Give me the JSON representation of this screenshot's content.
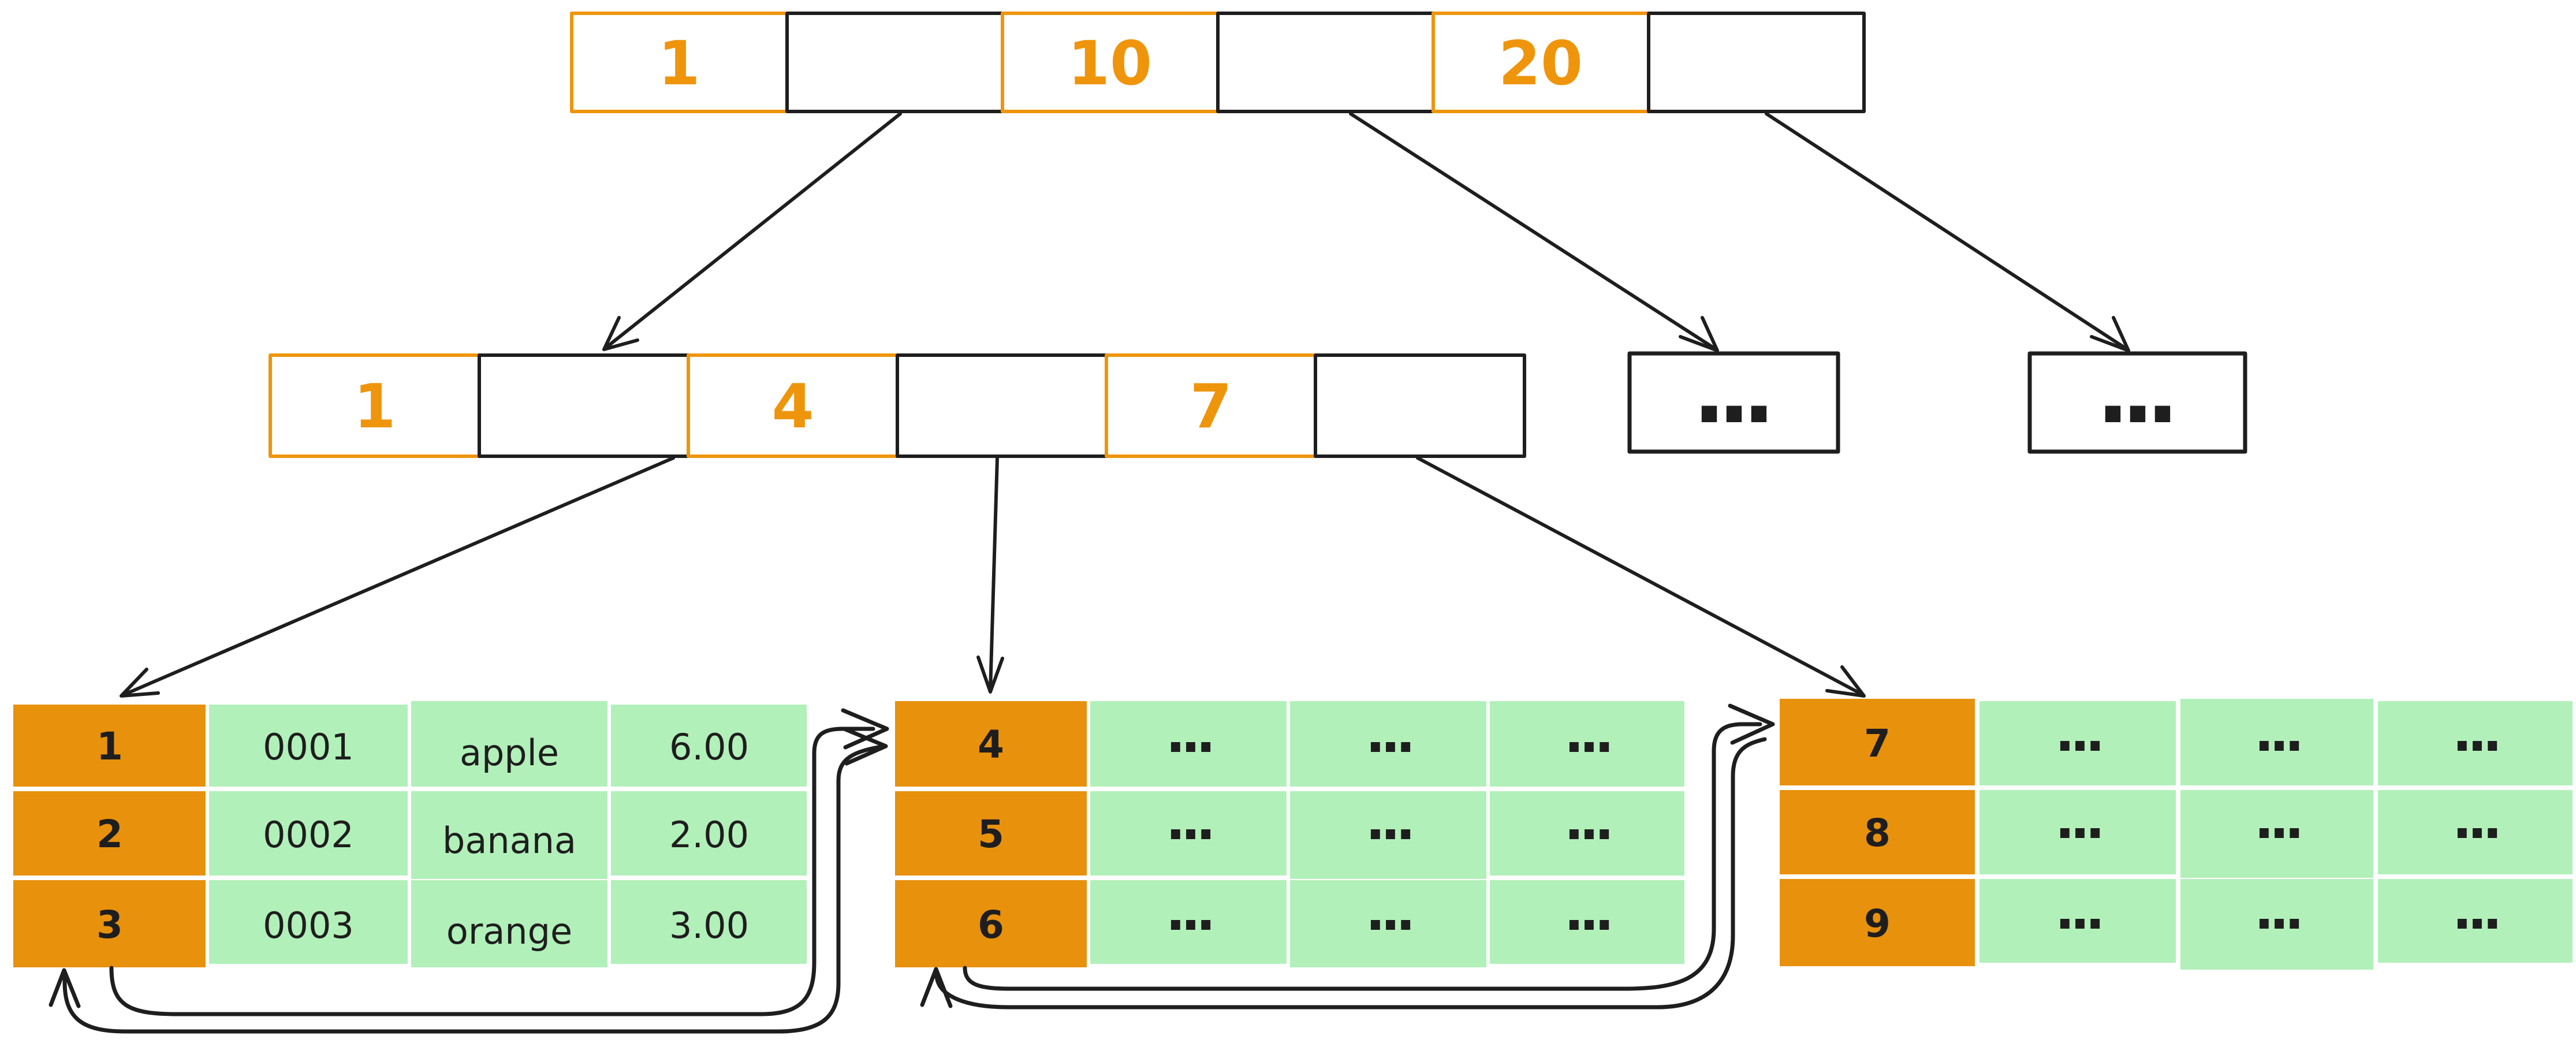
{
  "diagram": {
    "type": "b-plus-tree-index",
    "colors": {
      "orange_stroke": "#ef950c",
      "orange_fill": "#e8910d",
      "green_fill": "#b2f0ba",
      "ink": "#1e1e1e",
      "background": "#ffffff"
    },
    "root_node": {
      "cells": [
        "1",
        "",
        "10",
        "",
        "20",
        ""
      ]
    },
    "internal_node": {
      "cells": [
        "1",
        "",
        "4",
        "",
        "7",
        ""
      ]
    },
    "overflow_nodes": [
      {
        "label": "..."
      },
      {
        "label": "..."
      }
    ],
    "leaves": [
      {
        "rows": [
          [
            "1",
            "0001",
            "apple",
            "6.00"
          ],
          [
            "2",
            "0002",
            "banana",
            "2.00"
          ],
          [
            "3",
            "0003",
            "orange",
            "3.00"
          ]
        ]
      },
      {
        "rows": [
          [
            "4",
            "...",
            "...",
            "..."
          ],
          [
            "5",
            "...",
            "...",
            "..."
          ],
          [
            "6",
            "...",
            "...",
            "..."
          ]
        ]
      },
      {
        "rows": [
          [
            "7",
            "...",
            "...",
            "..."
          ],
          [
            "8",
            "...",
            "...",
            "..."
          ],
          [
            "9",
            "...",
            "...",
            "..."
          ]
        ]
      }
    ],
    "edges": [
      {
        "from": "root-node-pointer-1",
        "to": "internal-node"
      },
      {
        "from": "root-node-pointer-2",
        "to": "overflow-node-1"
      },
      {
        "from": "root-node-pointer-3",
        "to": "overflow-node-2"
      },
      {
        "from": "internal-node-pointer-1",
        "to": "leaf-table-1"
      },
      {
        "from": "internal-node-pointer-2",
        "to": "leaf-table-2"
      },
      {
        "from": "internal-node-pointer-3",
        "to": "leaf-table-3"
      },
      {
        "from": "leaf-table-1",
        "to": "leaf-table-2",
        "kind": "next-leaf-link"
      },
      {
        "from": "leaf-table-2",
        "to": "leaf-table-1",
        "kind": "prev-leaf-link"
      },
      {
        "from": "leaf-table-2",
        "to": "leaf-table-3",
        "kind": "next-leaf-link"
      },
      {
        "from": "leaf-table-3",
        "to": "leaf-table-2",
        "kind": "prev-leaf-link"
      }
    ]
  }
}
